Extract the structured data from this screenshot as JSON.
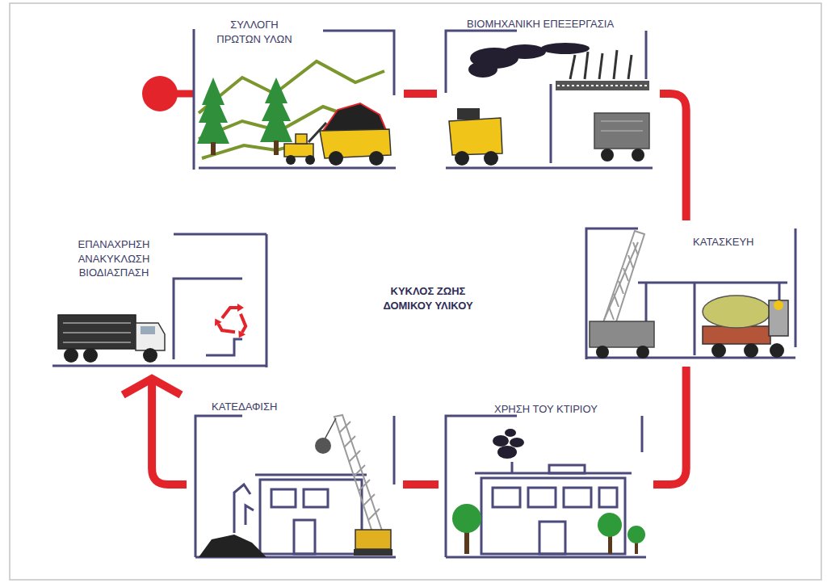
{
  "diagram": {
    "title": "ΚΥΚΛΟΣ ΖΩΗΣ ΔΟΜΙΚΟΥ ΥΛΙΚΟΥ",
    "nodes": [
      {
        "text": [
          "ΣΥΛΛΟΓΗ ΠΡΩΤΩΝ ΥΛΩΝ"
        ]
      },
      {
        "text": [
          "ΒΙΟΜΗΧΑΝΙΚΗ ΕΠΕΞΕΡΓΑΣΙΑ"
        ]
      },
      {
        "text": [
          "ΚΑΤΑΣΚΕΥΗ"
        ]
      },
      {
        "text": [
          "ΧΡΗΣΗ ΤΟΥ ΚΤΙΡΙΟΥ"
        ]
      },
      {
        "text": [
          "ΚΑΤΕΔΑΦΙΣΗ"
        ]
      },
      {
        "text": [
          "ΕΠΑΝΑΧΡΗΣΗ ΑΝΑΚΥΚΛΩΣΗ ΒΙΟΔΙΑΣΠΑΣΗ"
        ]
      }
    ],
    "edges": [
      {
        "from": 0,
        "to": 1,
        "arrow": "none"
      },
      {
        "from": 1,
        "to": 2,
        "arrow": "none"
      },
      {
        "from": 2,
        "to": 3,
        "arrow": "none"
      },
      {
        "from": 3,
        "to": 4,
        "arrow": "none"
      },
      {
        "from": 4,
        "to": 5,
        "arrow": "to"
      }
    ]
  }
}
